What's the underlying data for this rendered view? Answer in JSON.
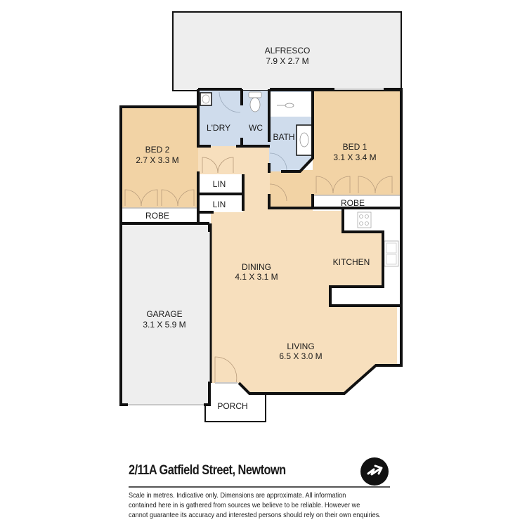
{
  "colors": {
    "bedroom_fill": "#f2d3a5",
    "living_fill": "#f7dfbd",
    "wet_area_fill": "#cfdcec",
    "outdoor_fill": "#eeeeee",
    "storage_fill": "#ffffff",
    "wall": "#111111",
    "door_arc": "#b89c7c"
  },
  "rooms": {
    "alfresco": {
      "name": "ALFRESCO",
      "size": "7.9 X 2.7 M"
    },
    "bed2": {
      "name": "BED 2",
      "size": "2.7 X 3.3 M"
    },
    "robe2": {
      "name": "ROBE"
    },
    "laundry": {
      "name": "L'DRY"
    },
    "wc": {
      "name": "WC"
    },
    "bath": {
      "name": "BATH"
    },
    "bed1": {
      "name": "BED 1",
      "size": "3.1 X 3.4 M"
    },
    "robe1": {
      "name": "ROBE"
    },
    "linen1": {
      "name": "LIN"
    },
    "linen2": {
      "name": "LIN"
    },
    "kitchen": {
      "name": "KITCHEN"
    },
    "dining": {
      "name": "DINING",
      "size": "4.1 X 3.1 M"
    },
    "garage": {
      "name": "GARAGE",
      "size": "3.1 X 5.9 M"
    },
    "living": {
      "name": "LIVING",
      "size": "6.5 X 3.0 M"
    },
    "porch": {
      "name": "PORCH"
    }
  },
  "footer": {
    "address": "2/11A Gatfield Street, Newtown",
    "compass_icon": "north-arrow-icon",
    "disclaimer_lines": [
      "Scale in metres. Indicative only. Dimensions are approximate. All information",
      "contained here in is gathered from sources we believe to be reliable. However we",
      "cannot guarantee its accuracy and interested persons should rely on their own enquiries."
    ]
  }
}
